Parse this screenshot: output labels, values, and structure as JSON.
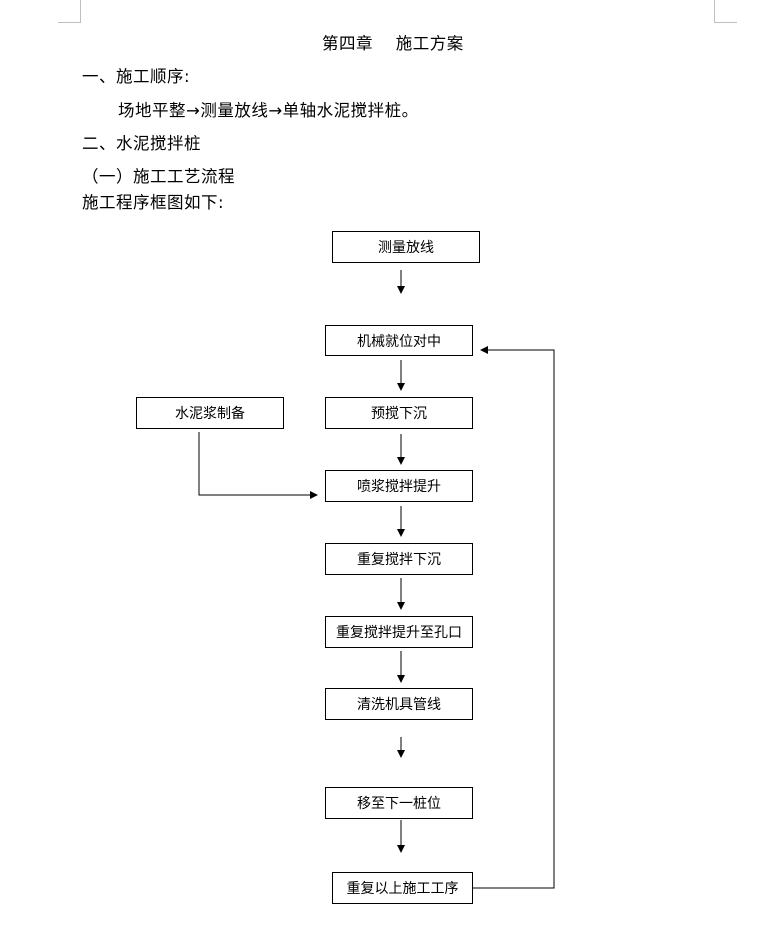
{
  "document": {
    "chapter_title": "第四章　 施工方案",
    "section1_heading": "一、施工顺序:",
    "section1_body": "场地平整→测量放线→单轴水泥搅拌桩。",
    "section2_heading": "二、水泥搅拌桩",
    "subsection1_heading": "（一）施工工艺流程",
    "flow_intro": "施工程序框图如下:"
  },
  "flowchart": {
    "steps": {
      "survey": "测量放线",
      "machine_position": "机械就位对中",
      "pre_stir_sink": "预搅下沉",
      "slurry_prep": "水泥浆制备",
      "spray_stir_lift": "喷浆搅拌提升",
      "repeat_stir_sink": "重复搅拌下沉",
      "repeat_stir_lift": "重复搅拌提升至孔口",
      "clean_pipes": "清洗机具管线",
      "move_next_pile": "移至下一桩位",
      "repeat_process": "重复以上施工工序"
    }
  }
}
